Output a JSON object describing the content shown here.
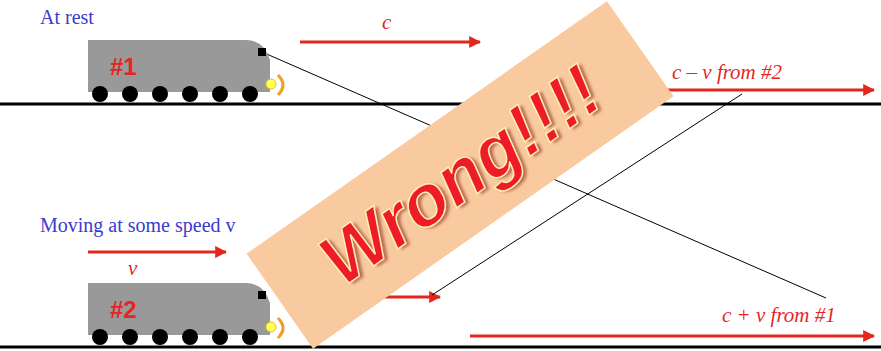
{
  "diagram": {
    "nodes": [
      {
        "text": [
          "#1"
        ]
      },
      {
        "text": [
          "#2"
        ]
      }
    ],
    "labels": [
      "At rest",
      "c",
      "c – v from #2",
      "Moving at some speed v",
      "v",
      "c + v from #1",
      "Wrong!!!!"
    ]
  }
}
